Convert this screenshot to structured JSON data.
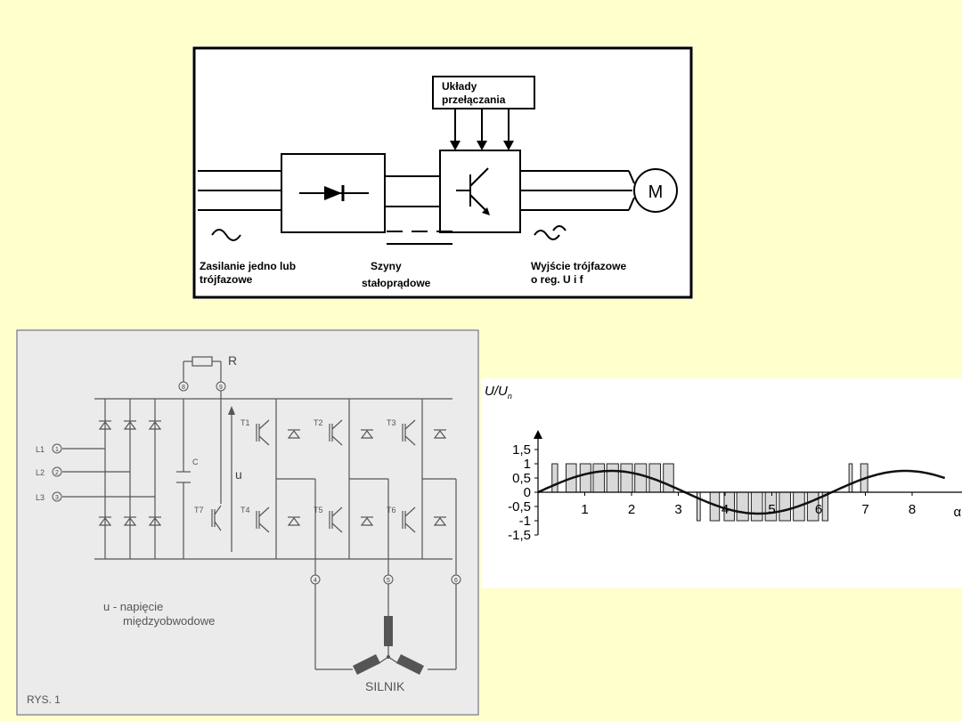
{
  "block_diagram": {
    "control_box": [
      "Układy",
      "przełączania"
    ],
    "motor": "M",
    "label_supply": [
      "Zasilanie jedno lub",
      "trójfazowe"
    ],
    "label_dc_bus": [
      "Szyny",
      "stałoprądowe"
    ],
    "label_output": [
      "Wyjście trójfazowe",
      "o reg. U i f"
    ]
  },
  "circuit": {
    "resistor": "R",
    "terminal_8": "8",
    "terminal_9": "9",
    "inputs": [
      "L1",
      "L2",
      "L3"
    ],
    "input_numbers": [
      "1",
      "2",
      "3"
    ],
    "capacitor": "C",
    "voltage": "u",
    "transistors": [
      "T1",
      "T2",
      "T3",
      "T4",
      "T5",
      "T6",
      "T7"
    ],
    "outputs": [
      "4",
      "5",
      "6"
    ],
    "caption_voltage": [
      "u - napięcie",
      "międzyobwodowe"
    ],
    "motor": "SILNIK",
    "figure": "RYS. 1"
  },
  "chart_data": {
    "type": "line",
    "ylabel_main": "U/U",
    "ylabel_sub": "n",
    "xlabel": "α",
    "x_ticks": [
      "1",
      "2",
      "3",
      "4",
      "5",
      "6",
      "7",
      "8"
    ],
    "y_ticks": [
      "1,5",
      "1",
      "0,5",
      "0",
      "-0,5",
      "-1",
      "-1,5"
    ],
    "xlim": [
      0,
      9
    ],
    "ylim": [
      -1.5,
      1.5
    ],
    "sine": {
      "amplitude": 0.75,
      "x_start": 0,
      "x_end": 8.7
    },
    "pulses": [
      {
        "start": 0.3,
        "end": 0.42,
        "value": 1
      },
      {
        "start": 0.6,
        "end": 0.82,
        "value": 1
      },
      {
        "start": 0.9,
        "end": 1.13,
        "value": 1
      },
      {
        "start": 1.18,
        "end": 1.42,
        "value": 1
      },
      {
        "start": 1.47,
        "end": 1.72,
        "value": 1
      },
      {
        "start": 1.77,
        "end": 2.02,
        "value": 1
      },
      {
        "start": 2.07,
        "end": 2.32,
        "value": 1
      },
      {
        "start": 2.38,
        "end": 2.62,
        "value": 1
      },
      {
        "start": 2.68,
        "end": 2.9,
        "value": 1
      },
      {
        "start": 3.4,
        "end": 3.47,
        "value": -1
      },
      {
        "start": 3.68,
        "end": 3.88,
        "value": -1
      },
      {
        "start": 3.98,
        "end": 4.2,
        "value": -1
      },
      {
        "start": 4.25,
        "end": 4.5,
        "value": -1
      },
      {
        "start": 4.56,
        "end": 4.8,
        "value": -1
      },
      {
        "start": 4.86,
        "end": 5.1,
        "value": -1
      },
      {
        "start": 5.16,
        "end": 5.4,
        "value": -1
      },
      {
        "start": 5.46,
        "end": 5.7,
        "value": -1
      },
      {
        "start": 5.76,
        "end": 6.0,
        "value": -1
      },
      {
        "start": 6.08,
        "end": 6.2,
        "value": -1
      },
      {
        "start": 6.65,
        "end": 6.72,
        "value": 1
      },
      {
        "start": 6.9,
        "end": 7.05,
        "value": 1
      }
    ]
  }
}
